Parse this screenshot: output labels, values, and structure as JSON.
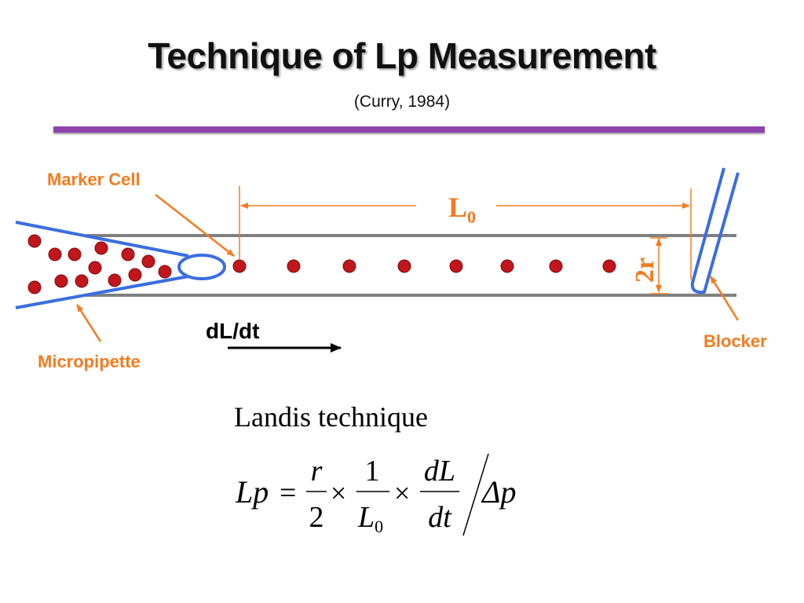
{
  "title": "Technique of Lp Measurement",
  "subtitle": "(Curry, 1984)",
  "labels": {
    "marker_cell": "Marker Cell",
    "micropipette": "Micropipette",
    "blocker": "Blocker",
    "flow": "dL/dt",
    "length_main": "L",
    "length_sub": "0",
    "radius": "2r"
  },
  "technique_name": "Landis technique",
  "equation": {
    "lhs": "Lp",
    "equals": "=",
    "frac1_num": "r",
    "frac1_den": "2",
    "times": "×",
    "frac2_num": "1",
    "frac2_den_main": "L",
    "frac2_den_sub": "0",
    "frac3_num": "dL",
    "frac3_den": "dt",
    "delta_p": "Δp"
  },
  "colors": {
    "accent_rule": "#8e44ad",
    "label_orange": "#f47b20",
    "cell_red": "#c0161c",
    "pipette_blue": "#3a6de0",
    "vessel_gray": "#808080"
  }
}
